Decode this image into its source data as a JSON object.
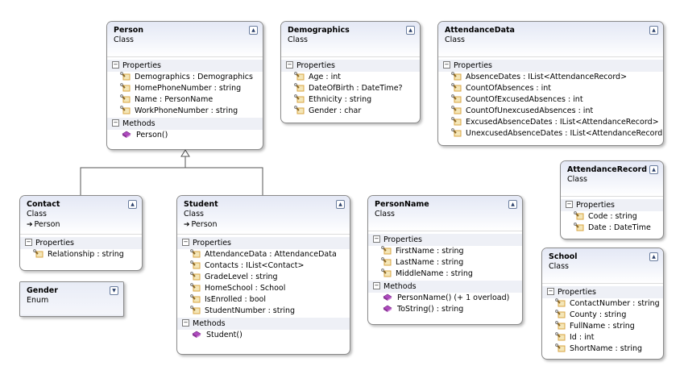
{
  "classes": {
    "person": {
      "name": "Person",
      "kind": "Class",
      "properties_label": "Properties",
      "properties": [
        "Demographics : Demographics",
        "HomePhoneNumber : string",
        "Name : PersonName",
        "WorkPhoneNumber : string"
      ],
      "methods_label": "Methods",
      "methods": [
        "Person()"
      ]
    },
    "demographics": {
      "name": "Demographics",
      "kind": "Class",
      "properties_label": "Properties",
      "properties": [
        "Age : int",
        "DateOfBirth : DateTime?",
        "Ethnicity : string",
        "Gender : char"
      ]
    },
    "attendance_data": {
      "name": "AttendanceData",
      "kind": "Class",
      "properties_label": "Properties",
      "properties": [
        "AbsenceDates : IList<AttendanceRecord>",
        "CountOfAbsences : int",
        "CountOfExcusedAbsences : int",
        "CountOfUnexcusedAbsences : int",
        "ExcusedAbsenceDates : IList<AttendanceRecord>",
        "UnexcusedAbsenceDates : IList<AttendanceRecord>"
      ]
    },
    "attendance_record": {
      "name": "AttendanceRecord",
      "kind": "Class",
      "properties_label": "Properties",
      "properties": [
        "Code : string",
        "Date : DateTime"
      ]
    },
    "contact": {
      "name": "Contact",
      "kind": "Class",
      "base": "Person",
      "properties_label": "Properties",
      "properties": [
        "Relationship : string"
      ]
    },
    "student": {
      "name": "Student",
      "kind": "Class",
      "base": "Person",
      "properties_label": "Properties",
      "properties": [
        "AttendanceData : AttendanceData",
        "Contacts : IList<Contact>",
        "GradeLevel : string",
        "HomeSchool : School",
        "IsEnrolled : bool",
        "StudentNumber : string"
      ],
      "methods_label": "Methods",
      "methods": [
        "Student()"
      ]
    },
    "person_name": {
      "name": "PersonName",
      "kind": "Class",
      "properties_label": "Properties",
      "properties": [
        "FirstName : string",
        "LastName : string",
        "MiddleName : string"
      ],
      "methods_label": "Methods",
      "methods": [
        "PersonName() (+ 1 overload)",
        "ToString() : string"
      ]
    },
    "school": {
      "name": "School",
      "kind": "Class",
      "properties_label": "Properties",
      "properties": [
        "ContactNumber : string",
        "County : string",
        "FullName : string",
        "Id : int",
        "ShortName : string"
      ]
    },
    "gender": {
      "name": "Gender",
      "kind": "Enum"
    }
  },
  "icons": {
    "property": "property-icon",
    "method": "method-icon",
    "collapse": "collapse-chevron-icon",
    "expand": "expand-chevron-icon"
  },
  "colors": {
    "header_gradient": "#e4e8f5",
    "section_header": "#eef0f6",
    "border": "#8a8a8a",
    "method_icon": "#b04ac0",
    "property_icon": "#d9a441"
  }
}
